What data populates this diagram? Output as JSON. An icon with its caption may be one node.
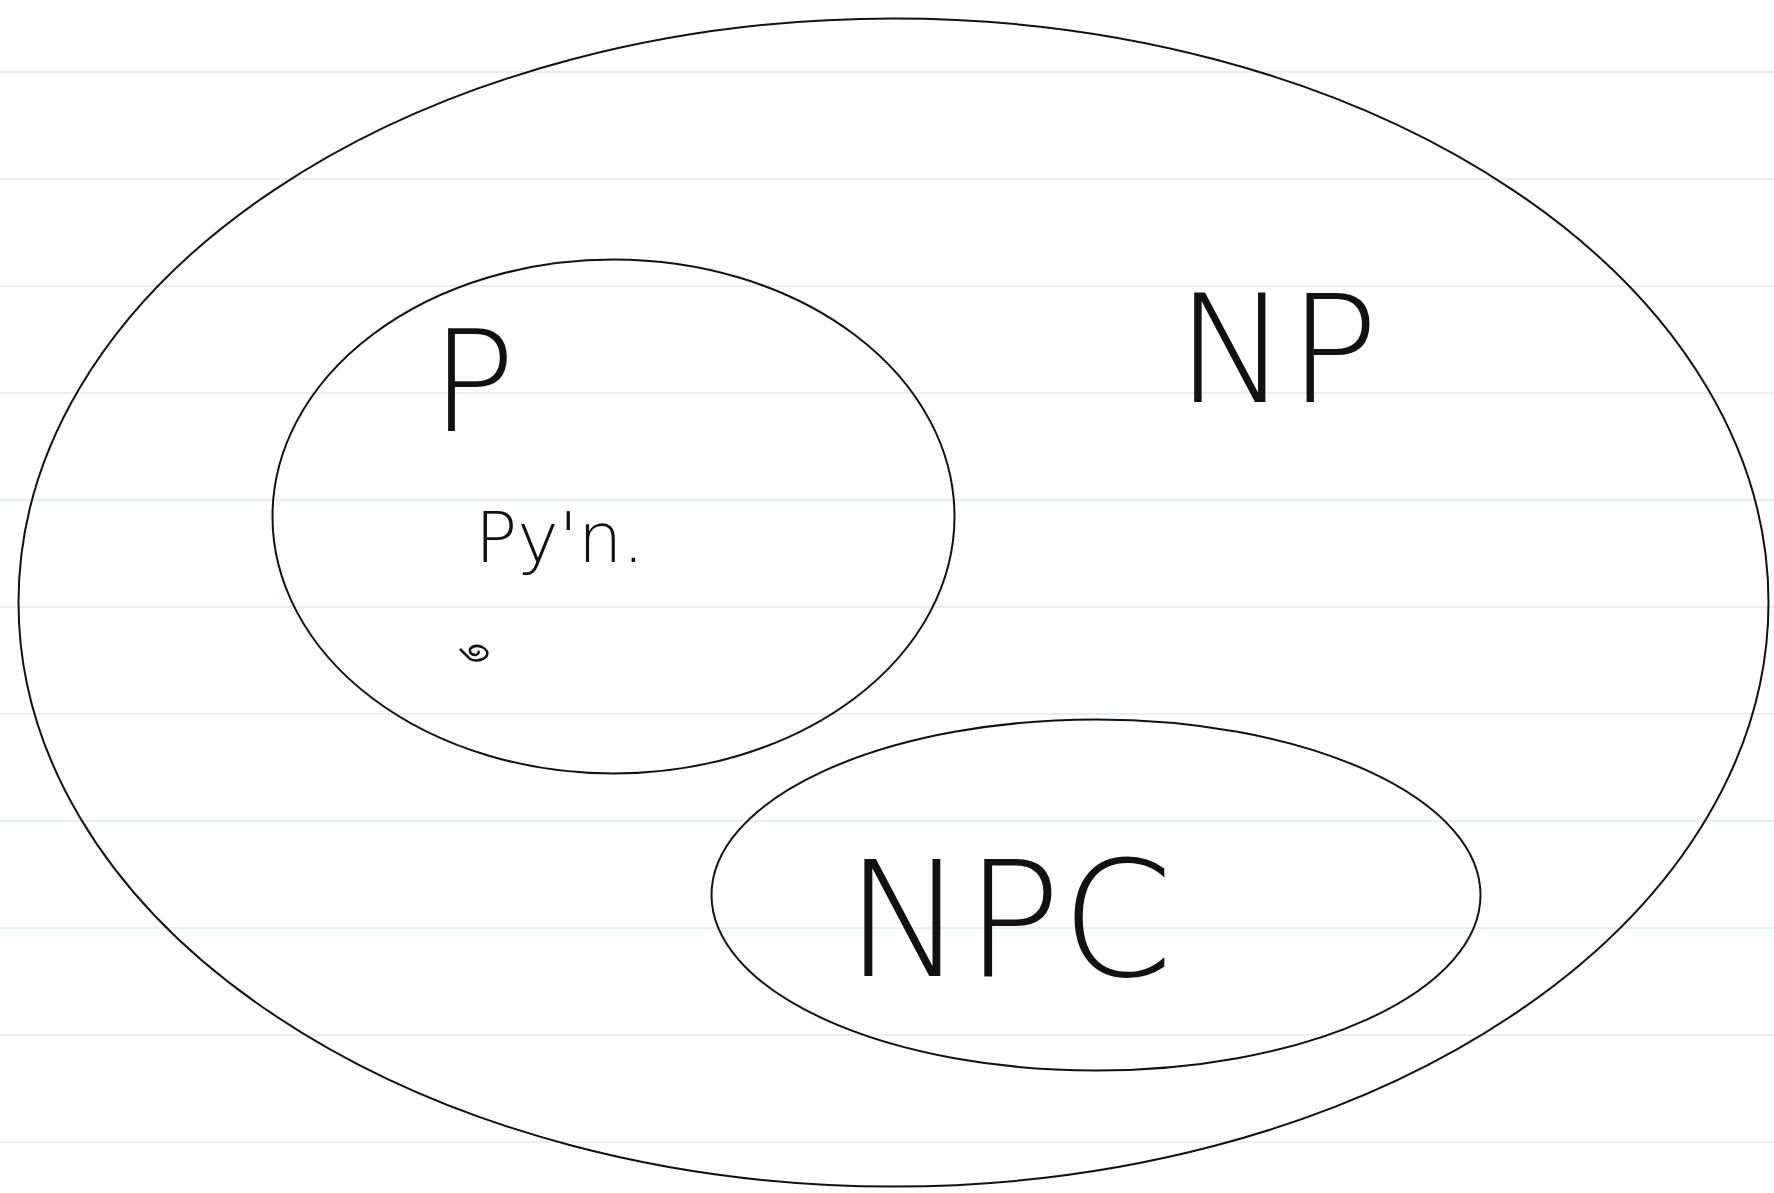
{
  "diagram": {
    "nodes": [
      {
        "text": [
          "NP"
        ]
      },
      {
        "text": [
          "P",
          "Py'n."
        ],
        "in": 0
      },
      {
        "text": [
          "NPC"
        ],
        "in": 0
      }
    ]
  }
}
